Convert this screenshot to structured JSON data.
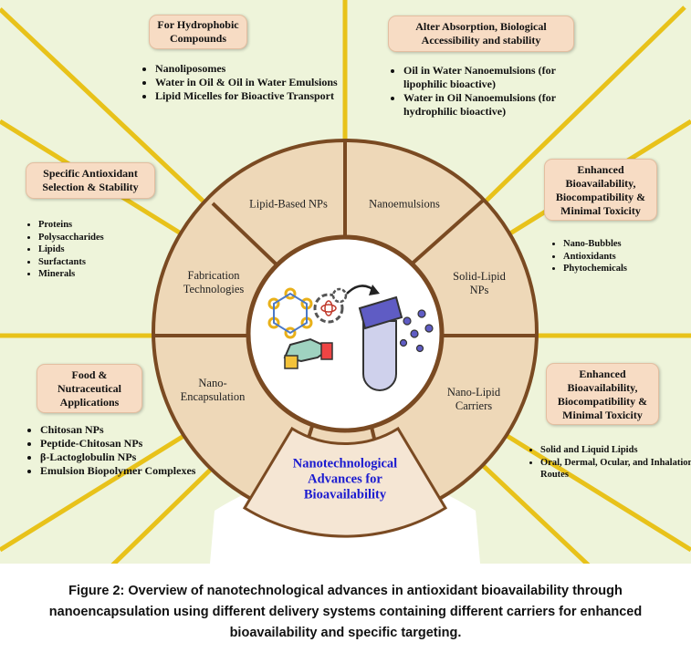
{
  "quadrants": {
    "q1": {
      "title": "For Hydrophobic Compounds",
      "items": [
        "Nanoliposomes",
        "Water in Oil & Oil in Water Emulsions",
        "Lipid Micelles for Bioactive Transport"
      ]
    },
    "q2": {
      "title": "Alter Absorption, Biological Accessibility and stability",
      "items": [
        "Oil in Water Nanoemulsions (for lipophilic bioactive)",
        "Water in Oil Nanoemulsions (for hydrophilic bioactive)"
      ]
    },
    "q3": {
      "title": "Specific Antioxidant Selection & Stability",
      "items": [
        "Proteins",
        "Polysaccharides",
        "Lipids",
        "Surfactants",
        "Minerals"
      ]
    },
    "q4": {
      "title": "Enhanced Bioavailability, Biocompatibility & Minimal Toxicity",
      "items": [
        "Nano-Bubbles",
        "Antioxidants",
        "Phytochemicals"
      ]
    },
    "q5": {
      "title": "Food & Nutraceutical Applications",
      "items": [
        "Chitosan NPs",
        "Peptide-Chitosan NPs",
        "β-Lactoglobulin NPs",
        "Emulsion Biopolymer Complexes"
      ]
    },
    "q6": {
      "title": "Enhanced Bioavailability, Biocompatibility & Minimal Toxicity",
      "items": [
        "Solid and Liquid Lipids",
        "Oral, Dermal, Ocular, and Inhalation Routes"
      ]
    }
  },
  "ring": {
    "lipid": "Lipid-Based NPs",
    "nanoemulsions": "Nanoemulsions",
    "fabrication": "Fabrication Technologies",
    "solid_lipid": "Solid-Lipid NPs",
    "nano_encapsulation": "Nano-Encapsulation",
    "nano_lipid": "Nano-Lipid Carriers",
    "center_title": "Nanotechnological Advances for Bioavailability"
  },
  "caption": "Figure 2: Overview of nanotechnological advances in antioxidant bioavailability through nanoencapsulation using different delivery systems containing different carriers for enhanced bioavailability and specific targeting.",
  "colors": {
    "background": "#eef4da",
    "spoke": "#e8c21a",
    "ring": "#eed8b8",
    "ring_border": "#7a4a22",
    "box": "#f7dcc4",
    "center_title": "#1a1ad0"
  },
  "icons": [
    "hexagon-network-icon",
    "gear-atom-icon",
    "hand-chip-icon",
    "capsule-icon"
  ]
}
